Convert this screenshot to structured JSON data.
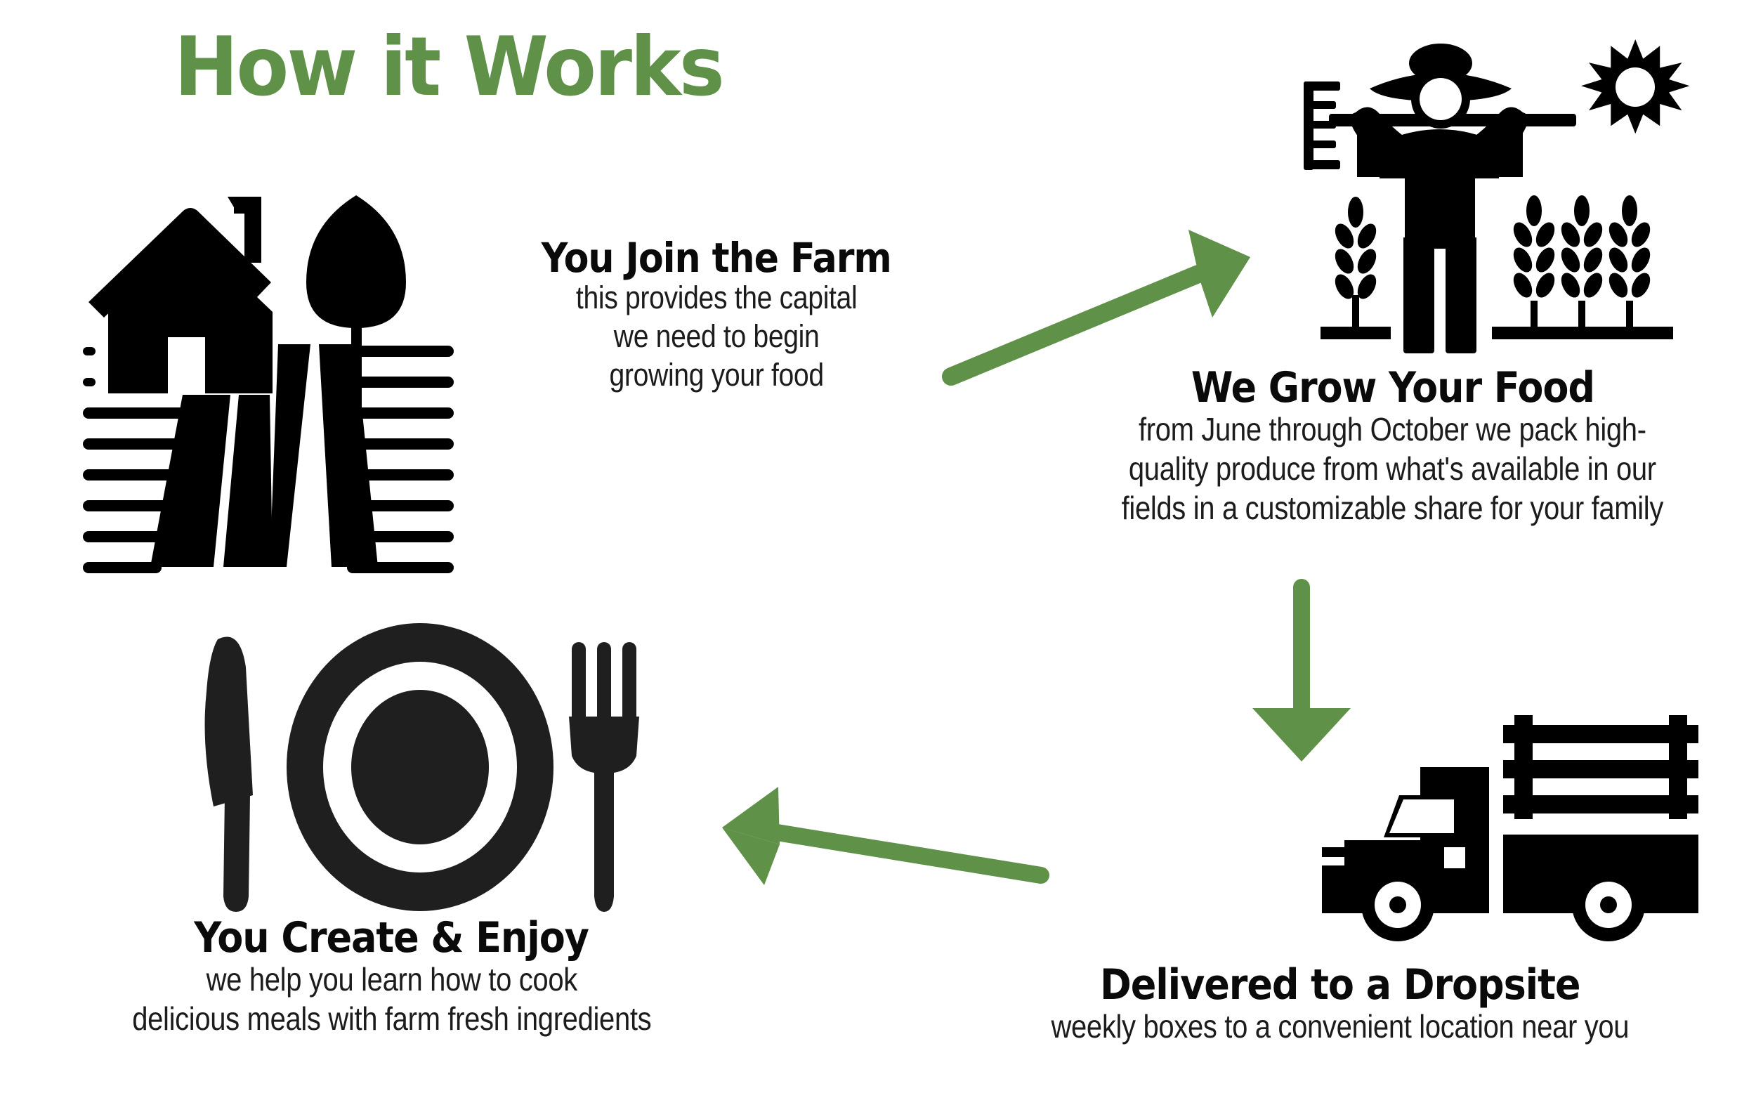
{
  "title": "How it Works",
  "theme": {
    "accent_green": "#5f9149",
    "icon_black": "#000000",
    "icon_dark": "#1f1f1f",
    "text_black": "#0a0a0a",
    "background": "#ffffff"
  },
  "steps": [
    {
      "id": "join-the-farm",
      "icon": "farm-house-field-tree-icon",
      "heading": "You Join the Farm",
      "body_lines": [
        "this provides the capital",
        "we need to begin",
        "growing your food"
      ]
    },
    {
      "id": "we-grow-your-food",
      "icon": "farmer-with-rake-sun-wheat-icon",
      "heading": "We Grow Your Food",
      "body_lines": [
        "from June through October we pack high-",
        "quality produce from what's available in our",
        "fields in a customizable share for your family"
      ]
    },
    {
      "id": "delivered-to-a-dropsite",
      "icon": "farm-truck-icon",
      "heading": "Delivered to a Dropsite",
      "body_lines": [
        "weekly boxes to a convenient location near you"
      ]
    },
    {
      "id": "you-create-and-enjoy",
      "icon": "plate-knife-fork-icon",
      "heading": "You Create & Enjoy",
      "body_lines": [
        "we help you learn how to cook",
        "delicious meals with farm fresh ingredients"
      ]
    }
  ],
  "arrows": [
    {
      "id": "arrow-join-to-grow",
      "icon": "arrow-up-right-icon",
      "from": "You Join the Farm",
      "to": "We Grow Your Food"
    },
    {
      "id": "arrow-grow-to-delivered",
      "icon": "arrow-down-icon",
      "from": "We Grow Your Food",
      "to": "Delivered to a Dropsite"
    },
    {
      "id": "arrow-delivered-to-enjoy",
      "icon": "arrow-left-icon",
      "from": "Delivered to a Dropsite",
      "to": "You Create & Enjoy"
    }
  ]
}
